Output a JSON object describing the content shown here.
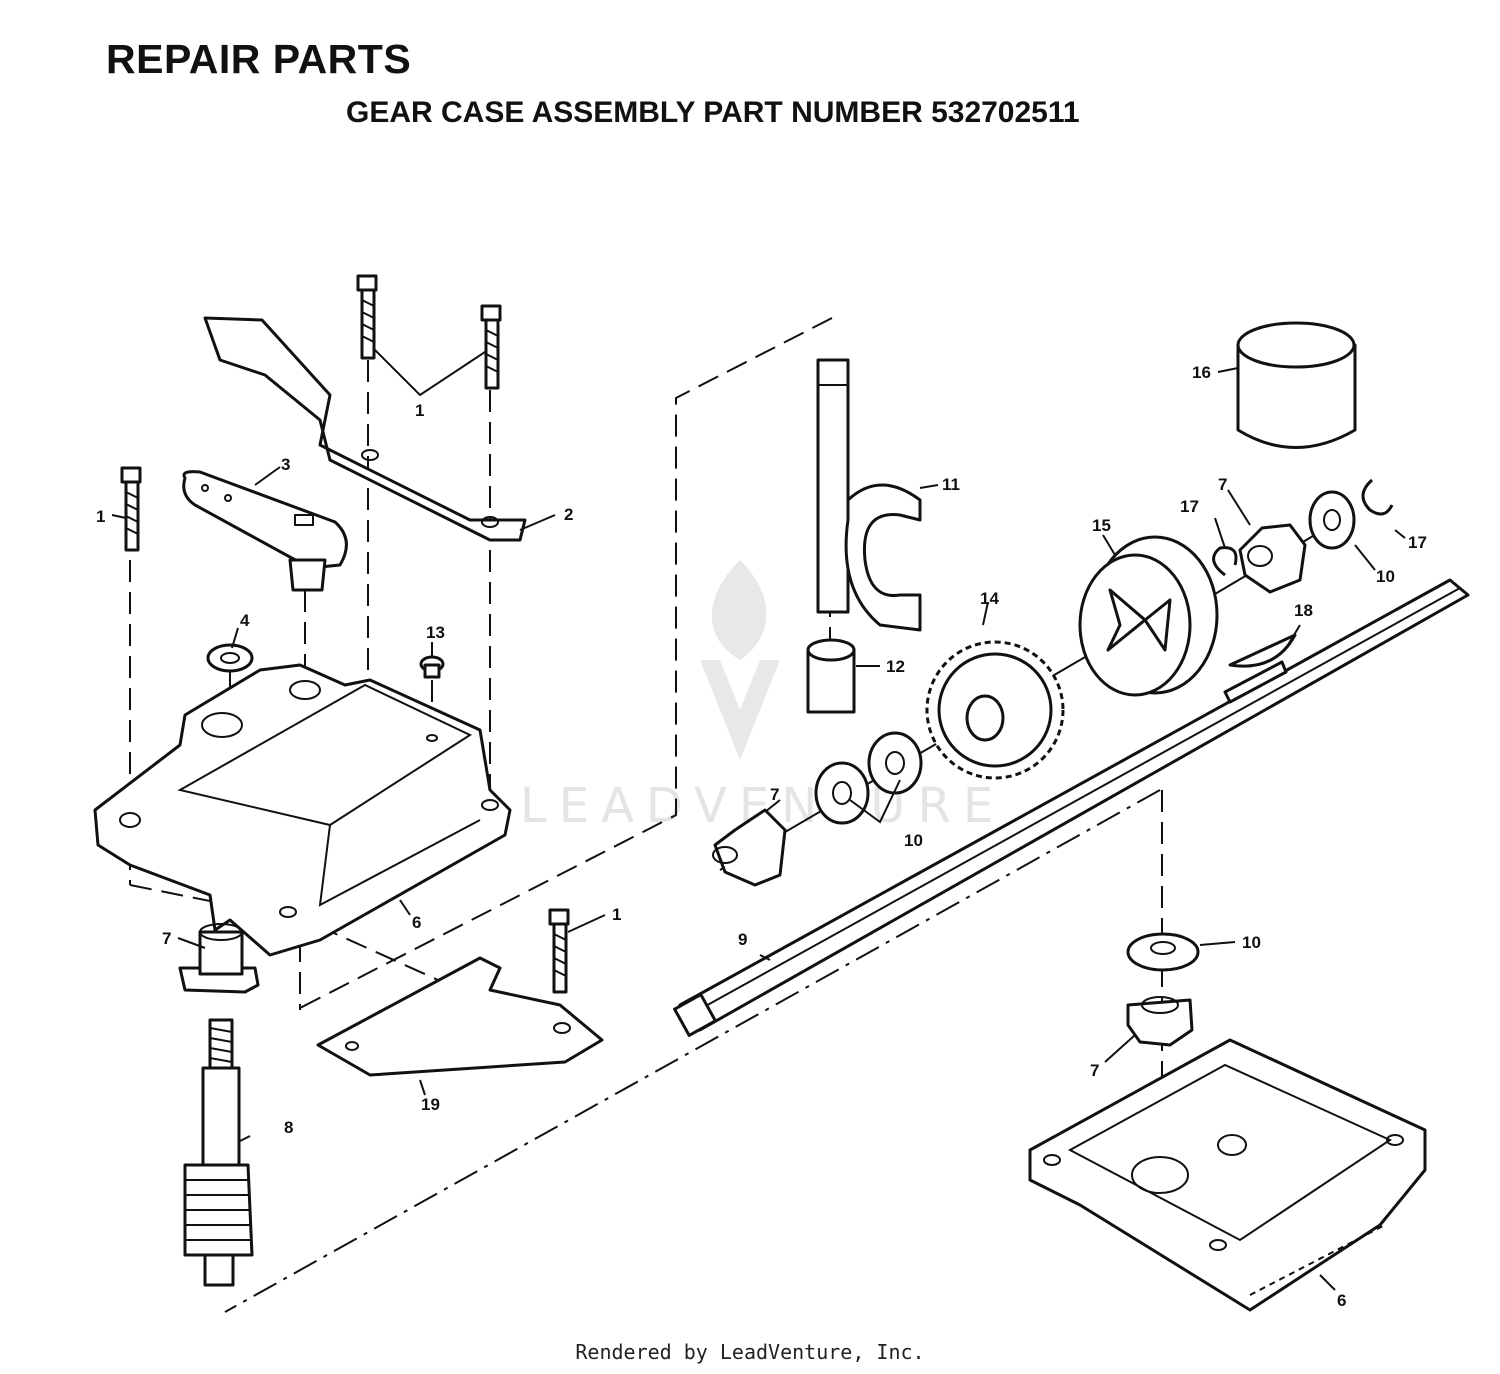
{
  "header": {
    "title": "REPAIR PARTS",
    "subtitle": "GEAR CASE ASSEMBLY PART NUMBER 532702511"
  },
  "watermark": {
    "text": "LEADVENTURE"
  },
  "callouts": {
    "c1a": "1",
    "c1b": "1",
    "c1c": "1",
    "c2": "2",
    "c3": "3",
    "c4": "4",
    "c6a": "6",
    "c6b": "6",
    "c7a": "7",
    "c7b": "7",
    "c7c": "7",
    "c7d": "7",
    "c8": "8",
    "c9": "9",
    "c10a": "10",
    "c10b": "10",
    "c10c": "10",
    "c11": "11",
    "c12": "12",
    "c13": "13",
    "c14": "14",
    "c15": "15",
    "c16": "16",
    "c17a": "17",
    "c17b": "17",
    "c18": "18",
    "c19": "19"
  },
  "footer": {
    "text": "Rendered by LeadVenture, Inc."
  }
}
